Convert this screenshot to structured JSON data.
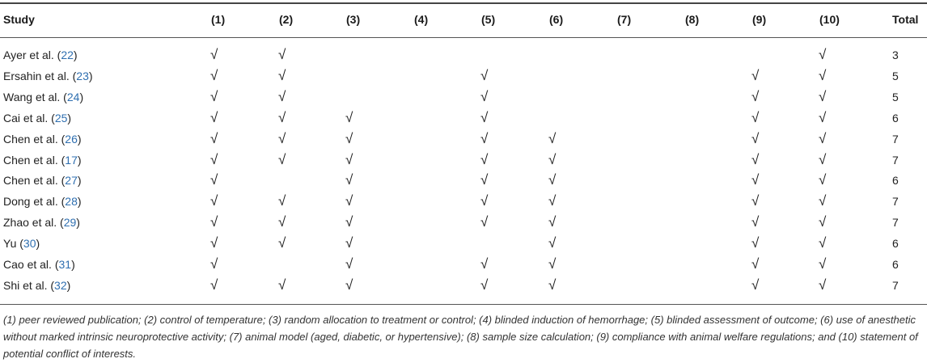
{
  "table": {
    "headers": [
      "Study",
      "(1)",
      "(2)",
      "(3)",
      "(4)",
      "(5)",
      "(6)",
      "(7)",
      "(8)",
      "(9)",
      "(10)",
      "Total"
    ],
    "check_symbol": "√",
    "rows": [
      {
        "author": "Ayer et al.",
        "ref": "22",
        "checks": [
          1,
          2,
          10
        ],
        "total": "3"
      },
      {
        "author": "Ersahin et al.",
        "ref": "23",
        "checks": [
          1,
          2,
          5,
          9,
          10
        ],
        "total": "5"
      },
      {
        "author": "Wang et al.",
        "ref": "24",
        "checks": [
          1,
          2,
          5,
          9,
          10
        ],
        "total": "5"
      },
      {
        "author": "Cai et al.",
        "ref": "25",
        "checks": [
          1,
          2,
          3,
          5,
          9,
          10
        ],
        "total": "6"
      },
      {
        "author": "Chen et al.",
        "ref": "26",
        "checks": [
          1,
          2,
          3,
          5,
          6,
          9,
          10
        ],
        "total": "7"
      },
      {
        "author": "Chen et al.",
        "ref": "17",
        "checks": [
          1,
          2,
          3,
          5,
          6,
          9,
          10
        ],
        "total": "7"
      },
      {
        "author": "Chen et al.",
        "ref": "27",
        "checks": [
          1,
          3,
          5,
          6,
          9,
          10
        ],
        "total": "6"
      },
      {
        "author": "Dong et al.",
        "ref": "28",
        "checks": [
          1,
          2,
          3,
          5,
          6,
          9,
          10
        ],
        "total": "7"
      },
      {
        "author": "Zhao et al.",
        "ref": "29",
        "checks": [
          1,
          2,
          3,
          5,
          6,
          9,
          10
        ],
        "total": "7"
      },
      {
        "author": "Yu",
        "ref": "30",
        "checks": [
          1,
          2,
          3,
          6,
          9,
          10
        ],
        "total": "6"
      },
      {
        "author": "Cao et al.",
        "ref": "31",
        "checks": [
          1,
          3,
          5,
          6,
          9,
          10
        ],
        "total": "6"
      },
      {
        "author": "Shi et al.",
        "ref": "32",
        "checks": [
          1,
          2,
          3,
          5,
          6,
          9,
          10
        ],
        "total": "7"
      }
    ]
  },
  "footnote": "(1) peer reviewed publication; (2) control of temperature; (3) random allocation to treatment or control; (4) blinded induction of hemorrhage; (5) blinded assessment of outcome; (6) use of anesthetic without marked intrinsic neuroprotective activity; (7) animal model (aged, diabetic, or hypertensive); (8) sample size calculation; (9) compliance with animal welfare regulations; and (10) statement of potential conflict of interests.",
  "colors": {
    "reference": "#2f6fb0",
    "text": "#222222",
    "rule": "#555555"
  }
}
